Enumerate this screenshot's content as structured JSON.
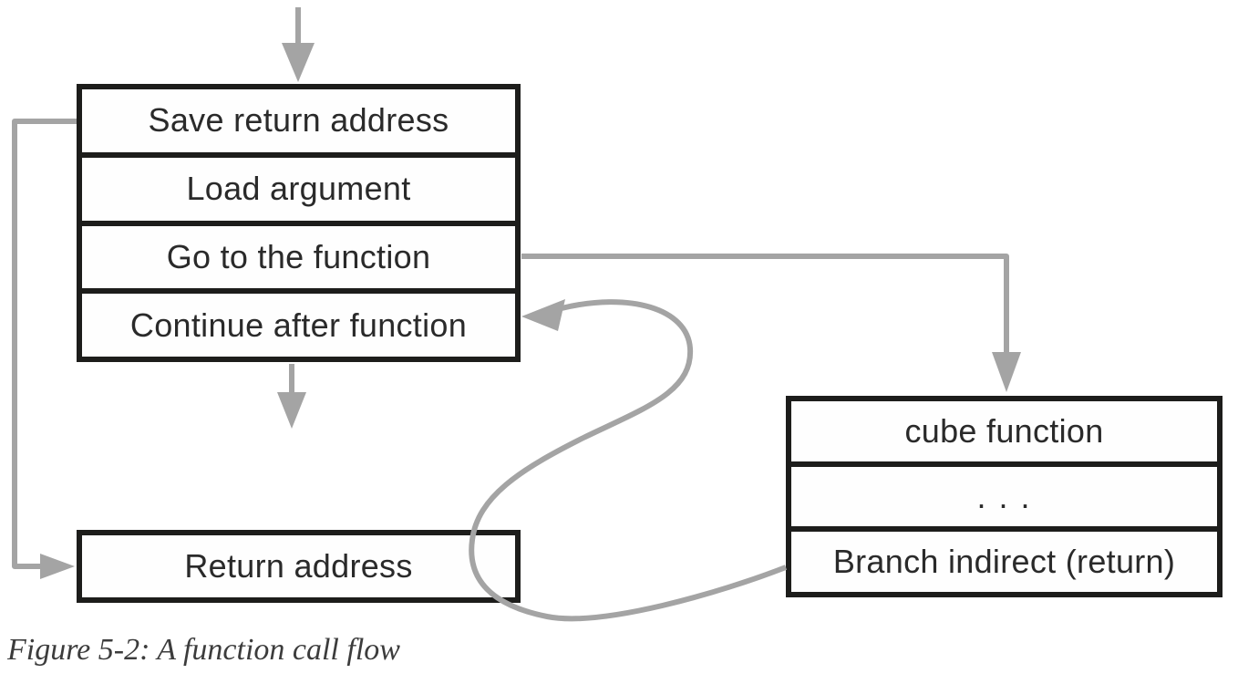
{
  "figure": {
    "caption": "Figure 5-2: A function call flow"
  },
  "colors": {
    "line_gray": "#a4a4a4",
    "border_black": "#1d1d1b",
    "text": "#2a2a2a",
    "caption": "#3c3c3c",
    "background": "#ffffff"
  },
  "caller_stack": {
    "steps": [
      "Save return address",
      "Load argument",
      "Go to the function",
      "Continue after function"
    ]
  },
  "return_slot": {
    "label": "Return address"
  },
  "callee_stack": {
    "rows": [
      "cube function",
      ". . .",
      "Branch indirect (return)"
    ]
  },
  "arrows": {
    "entry": "entry-arrow",
    "save_route": "save-return-address-arrow",
    "continue_exit": "continue-down-arrow",
    "call_route": "call-function-arrow",
    "return_curve": "return-branch-arrow"
  }
}
